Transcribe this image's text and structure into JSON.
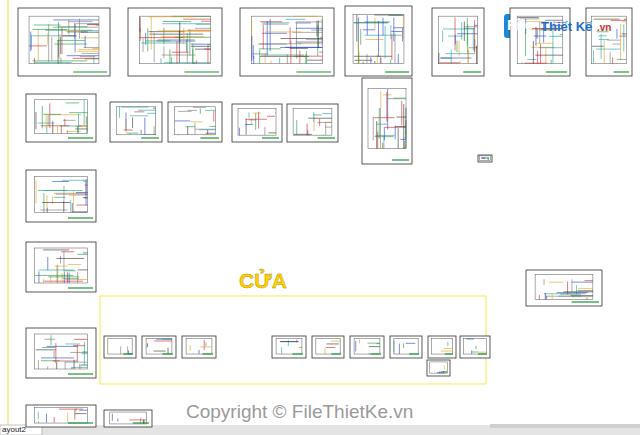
{
  "diagram": {
    "nodes": [
      {
        "text": [
          "CỬA"
        ]
      }
    ],
    "labels": [
      "Copyright © FileThietKe.vn",
      "File",
      "Thiết Kế",
      ".vn",
      "ayout2"
    ]
  }
}
